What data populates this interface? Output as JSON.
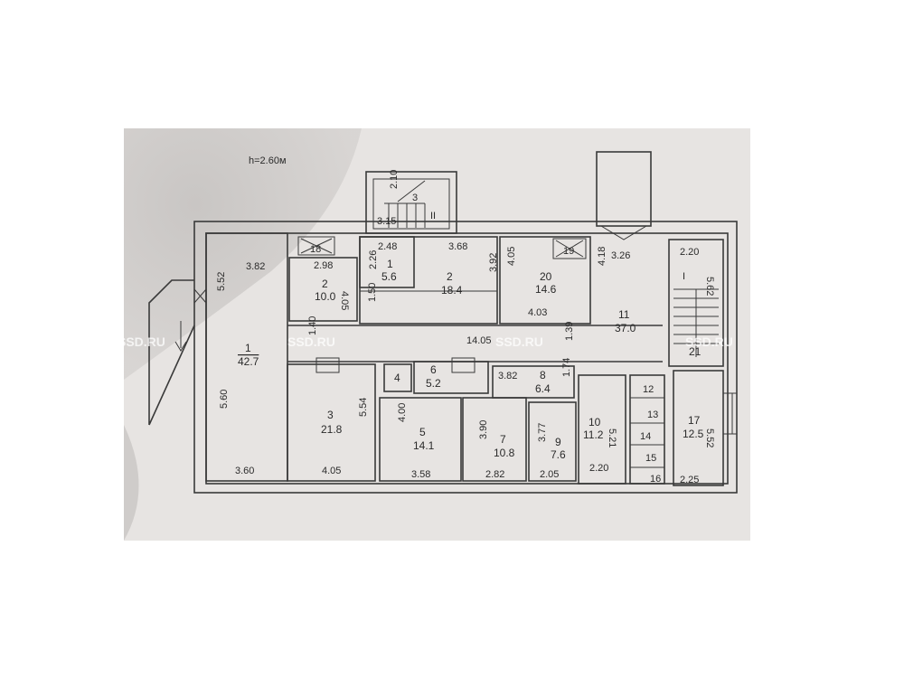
{
  "plan": {
    "height_note": "h=2.60м",
    "watermark": "SSD.RU",
    "colors": {
      "paper": "#e6e3e1",
      "shadow": "#b9b6b4",
      "line": "#3a3a3a"
    },
    "rooms": {
      "r1": {
        "num": "1",
        "area": "42.7",
        "dims": [
          "3.82",
          "5.52",
          "5.60",
          "3.60"
        ]
      },
      "r2a": {
        "num": "2",
        "area": "10.0",
        "dims": [
          "2.98",
          "4.05"
        ]
      },
      "r1b": {
        "num": "1",
        "area": "5.6",
        "dims": [
          "2.48",
          "2.26"
        ]
      },
      "r2b": {
        "num": "2",
        "area": "18.4",
        "dims": [
          "3.68",
          "3.92",
          "1.50"
        ]
      },
      "r20": {
        "num": "20",
        "area": "14.6",
        "dims": [
          "4.05",
          "4.03",
          "4.18"
        ]
      },
      "r11": {
        "num": "11",
        "area": "37.0",
        "dims": [
          "3.26",
          "1.39"
        ]
      },
      "r21": {
        "num": "21",
        "dims": [
          "2.20",
          "5.62"
        ],
        "mark": "I"
      },
      "r3": {
        "num": "3",
        "area": "21.8",
        "dims": [
          "5.54",
          "4.05"
        ]
      },
      "r4": {
        "num": "4"
      },
      "r6": {
        "num": "6",
        "area": "5.2"
      },
      "r8": {
        "num": "8",
        "area": "6.4",
        "dims": [
          "3.82",
          "1.74"
        ]
      },
      "r5": {
        "num": "5",
        "area": "14.1",
        "dims": [
          "4.00",
          "3.58"
        ]
      },
      "r7": {
        "num": "7",
        "area": "10.8",
        "dims": [
          "3.90",
          "2.82"
        ]
      },
      "r9": {
        "num": "9",
        "area": "7.6",
        "dims": [
          "3.77",
          "2.05"
        ]
      },
      "r10": {
        "num": "10",
        "area": "11.2",
        "dims": [
          "5.21",
          "2.20"
        ]
      },
      "r12": {
        "num": "12"
      },
      "r13": {
        "num": "13"
      },
      "r14": {
        "num": "14"
      },
      "r15": {
        "num": "15"
      },
      "r16": {
        "num": "16"
      },
      "r17": {
        "num": "17",
        "area": "12.5",
        "dims": [
          "5.52",
          "2.25"
        ]
      },
      "stair3": {
        "num": "3",
        "dims": [
          "2.10",
          "3.15"
        ],
        "mark": "II"
      },
      "vent18": {
        "num": "18"
      },
      "vent19": {
        "num": "19"
      },
      "corridor": {
        "dims": [
          "14.05",
          "1.40"
        ]
      }
    }
  }
}
